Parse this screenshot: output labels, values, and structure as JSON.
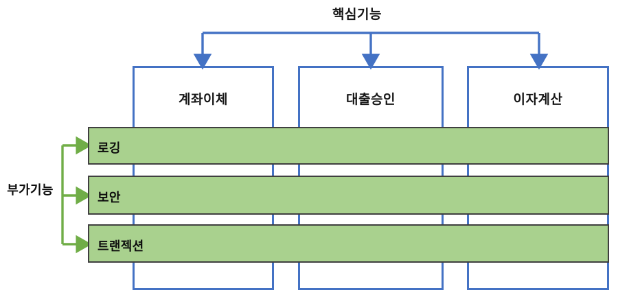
{
  "diagram": {
    "type": "cross-cutting-concerns-matrix",
    "core": {
      "title": "핵심기능",
      "columns": [
        {
          "label": "계좌이체"
        },
        {
          "label": "대출승인"
        },
        {
          "label": "이자계산"
        }
      ]
    },
    "aspects": {
      "title": "부가기능",
      "bars": [
        {
          "label": "로깅"
        },
        {
          "label": "보안"
        },
        {
          "label": "트랜젝션"
        }
      ]
    },
    "colors": {
      "core_border": "#4472c4",
      "core_connector": "#4472c4",
      "aspect_fill": "#a9d18e",
      "aspect_border": "#3f3f3f",
      "aspect_connector": "#70ad47",
      "background": "#ffffff",
      "text": "#161616"
    }
  }
}
